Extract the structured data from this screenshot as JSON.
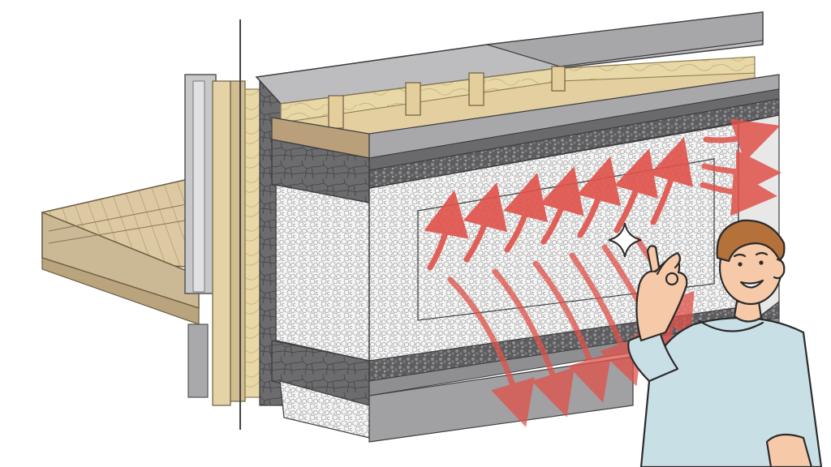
{
  "colors": {
    "background": "#ffffff",
    "concrete_dark": "#6f6f72",
    "concrete_mid": "#9a9a9d",
    "concrete_top": "#b9b9bc",
    "insulation_foam": "#f4f4f4",
    "mineral_wool": "#e8d7a4",
    "timber": "#d9c49c",
    "timber_dark": "#b89f76",
    "arrow_red": "#e0524a",
    "shirt": "#c9dfe6",
    "skin": "#f6c9a8",
    "hair": "#b4713a",
    "outline": "#2b2b2b"
  },
  "icons": {
    "heat_arrows": "heat-flow-arrows",
    "sparkle": "sparkle-icon",
    "gesture": "ok-hand-gesture"
  },
  "diagram": {
    "subject": "insulated-floor-section",
    "arrow_count_front_up": 7,
    "arrow_count_front_down": 6,
    "arrow_count_side": 3
  }
}
